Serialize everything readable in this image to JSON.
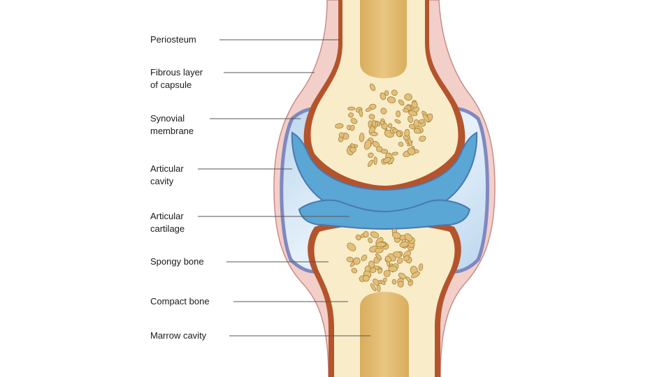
{
  "labels": {
    "periosteum": [
      "Periosteum"
    ],
    "fibrous_layer": [
      "Fibrous layer",
      "of capsule"
    ],
    "synovial_membrane": [
      "Synovial",
      "membrane"
    ],
    "articular_cavity": [
      "Articular",
      "cavity"
    ],
    "articular_cartilage": [
      "Articular",
      "cartilage"
    ],
    "spongy_bone": [
      "Spongy bone"
    ],
    "compact_bone": [
      "Compact bone"
    ],
    "marrow_cavity": [
      "Marrow cavity"
    ]
  },
  "colors": {
    "capsule": "#f3cfc9",
    "periosteum": "#b4542c",
    "bone": "#f8ecc9",
    "marrow": "#ddb466",
    "spongy": "#e2c07a",
    "cartilage": "#5aa6d4",
    "cavity": "#cfe4f4",
    "synovial": "#7f88c0",
    "leader": "#555555"
  }
}
